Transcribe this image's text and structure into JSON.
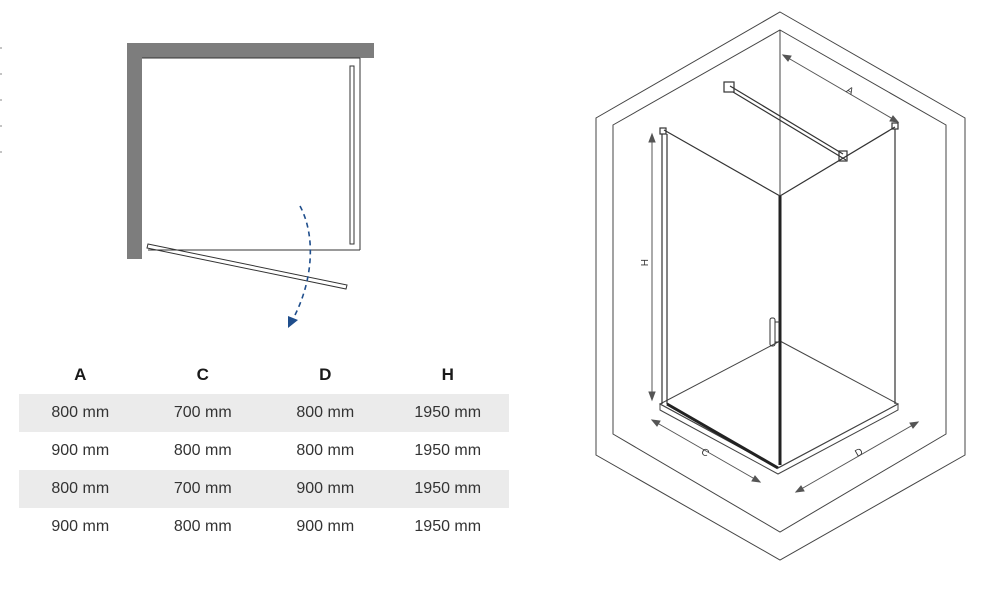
{
  "dimensions_table": {
    "headers": [
      "A",
      "C",
      "D",
      "H"
    ],
    "rows": [
      [
        "800 mm",
        "700 mm",
        "800 mm",
        "1950 mm"
      ],
      [
        "900 mm",
        "800 mm",
        "800 mm",
        "1950 mm"
      ],
      [
        "800 mm",
        "700 mm",
        "900 mm",
        "1950 mm"
      ],
      [
        "900 mm",
        "800 mm",
        "900 mm",
        "1950 mm"
      ]
    ]
  },
  "iso_labels": {
    "a": "A",
    "c": "C",
    "d": "D",
    "h": "H"
  },
  "colors": {
    "wall_gray": "#7d7d7d",
    "arrow_blue": "#1f4e8c",
    "table_shade": "#ebebeb"
  },
  "icons": {
    "door_swing": "dashed-curved-arrow-icon"
  }
}
